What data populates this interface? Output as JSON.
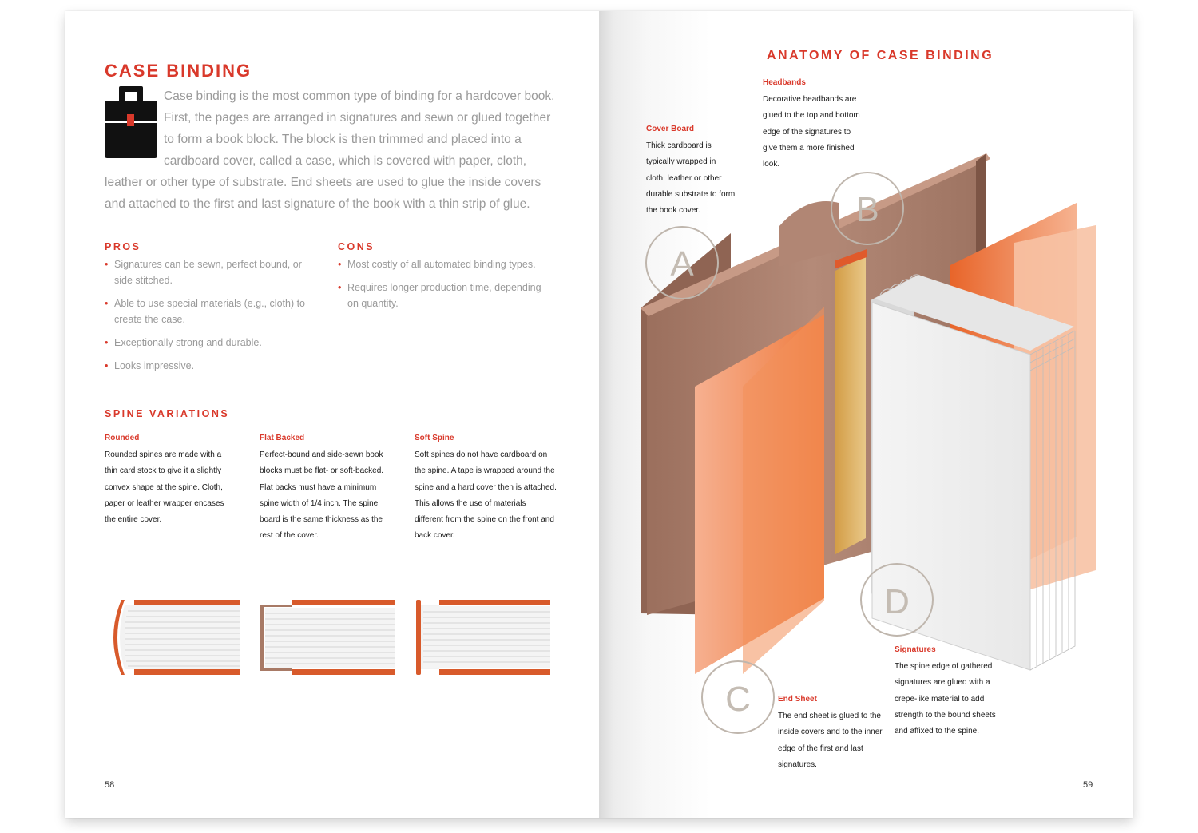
{
  "left_page": {
    "title": "CASE BINDING",
    "intro": "Case binding is the most common type of binding for a hardcover book. First, the pages are arranged in signatures and sewn or glued together to form a book block. The block is then trimmed and placed into a cardboard cover, called a case, which is covered with paper, cloth, leather or other type of substrate. End sheets are used to glue the inside covers and attached to the first and last signature of the book with a thin strip of glue.",
    "icon": "briefcase-icon",
    "pros": {
      "heading": "PROS",
      "items": [
        "Signatures can be sewn, perfect bound, or side stitched.",
        "Able to use special materials (e.g., cloth) to create the case.",
        "Exceptionally strong and durable.",
        "Looks impressive."
      ]
    },
    "cons": {
      "heading": "CONS",
      "items": [
        "Most costly of all automated binding types.",
        "Requires longer production time, depending on quantity."
      ]
    },
    "spine_variations": {
      "heading": "SPINE VARIATIONS",
      "items": [
        {
          "title": "Rounded",
          "text": "Rounded spines are made with a thin card stock to give it a slightly convex shape at the spine. Cloth, paper or leather wrapper encases the entire cover."
        },
        {
          "title": "Flat Backed",
          "text": "Perfect-bound and side-sewn book blocks must be flat- or soft-backed. Flat backs must have a minimum spine width of 1/4 inch. The spine board is the same thickness as the rest of the cover."
        },
        {
          "title": "Soft Spine",
          "text": "Soft spines do not have cardboard on the spine. A tape is wrapped around the spine and a hard cover then is attached. This allows the use of materials different from the spine on the front and back cover."
        }
      ]
    },
    "page_number": "58"
  },
  "right_page": {
    "title": "ANATOMY OF CASE BINDING",
    "labels": {
      "cover_board": {
        "title": "Cover Board",
        "text": "Thick cardboard is typically wrapped in cloth, leather or other durable substrate to form the book cover."
      },
      "headbands": {
        "title": "Headbands",
        "text": "Decorative headbands are glued to the top and bottom edge of the signatures to give them a more finished look."
      },
      "end_sheet": {
        "title": "End Sheet",
        "text": "The end sheet is glued to the inside covers and to the inner edge of the first and last signatures."
      },
      "signatures": {
        "title": "Signatures",
        "text": "The spine edge of gathered signatures are glued with a crepe-like material to add strength to the bound sheets and affixed to the spine."
      }
    },
    "markers": {
      "a": "A",
      "b": "B",
      "c": "C",
      "d": "D"
    },
    "page_number": "59"
  },
  "colors": {
    "accent": "#d9392b",
    "cover_brown": "#a87a66",
    "end_sheet_orange": "#f08a50",
    "headband_gold": "#e2b04a",
    "body_gray": "#9a9a9a"
  }
}
